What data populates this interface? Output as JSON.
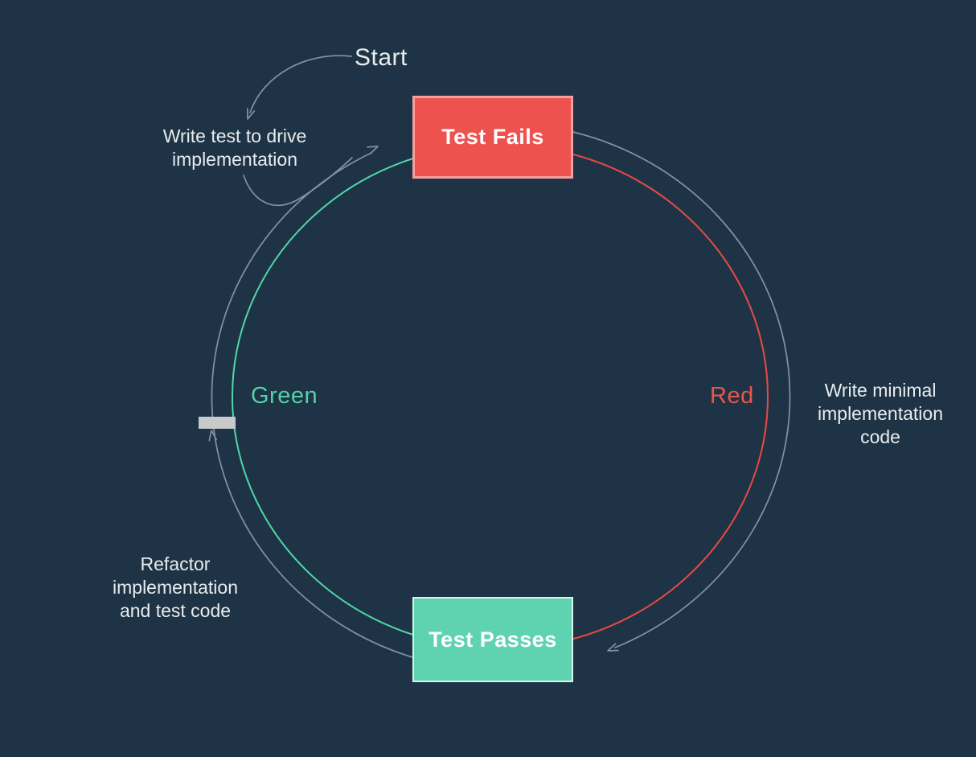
{
  "colors": {
    "bg": "#1f3346",
    "box-red": "#ee524e",
    "box-green": "#5fd3b0",
    "arc-red": "#e84a44",
    "arc-green": "#4fd8a8",
    "arc-gray": "#8094a8",
    "text-light": "#e9ecee",
    "text-green": "#55cfa7",
    "text-red": "#e8564c",
    "swatch-gray": "#c7c9ca"
  },
  "diagram": {
    "start_label": "Start",
    "boxes": {
      "top": {
        "label": "Test Fails"
      },
      "bottom": {
        "label": "Test Passes"
      }
    },
    "phases": {
      "left": {
        "label": "Green"
      },
      "right": {
        "label": "Red"
      }
    },
    "annotations": {
      "write_test": {
        "lines": [
          "Write test to drive",
          "implementation"
        ]
      },
      "write_minimal": {
        "lines": [
          "Write minimal",
          "implementation",
          "code"
        ]
      },
      "refactor": {
        "lines": [
          "Refactor",
          "implementation",
          "and test code"
        ]
      }
    }
  }
}
